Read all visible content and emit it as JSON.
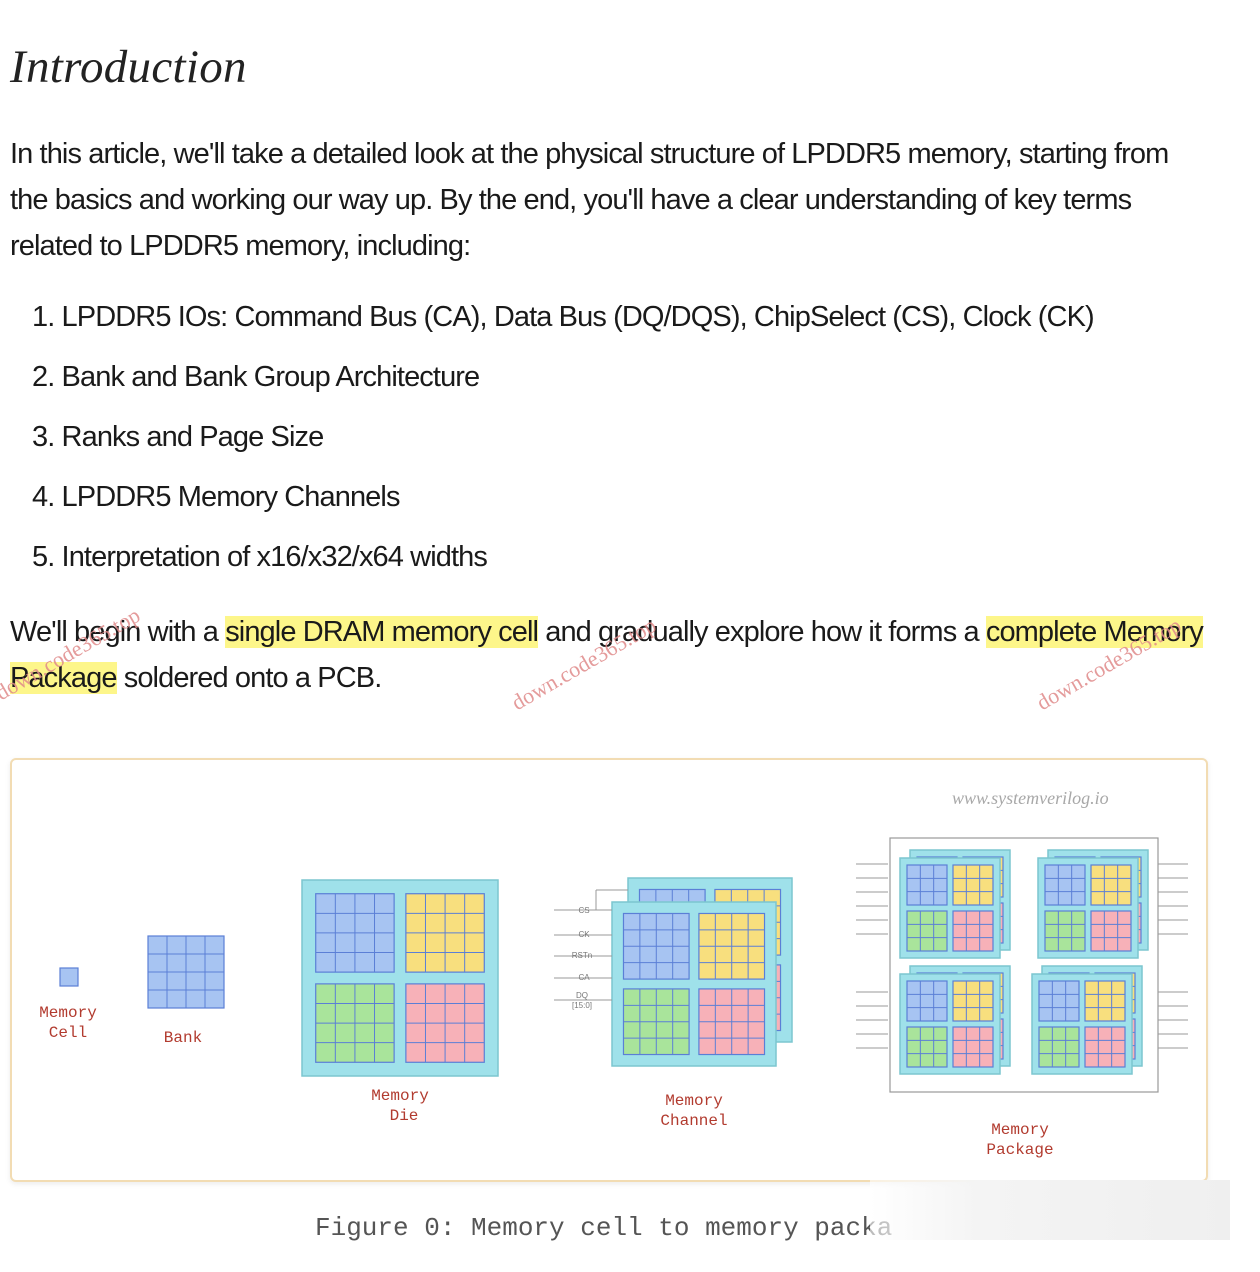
{
  "article": {
    "title": "Introduction",
    "intro": "In this article, we'll take a detailed look at the physical structure of LPDDR5 memory, starting from the basics and working our way up. By the end, you'll have a clear understanding of key terms related to LPDDR5 memory, including:",
    "list": [
      "1. LPDDR5 IOs: Command Bus (CA), Data Bus (DQ/DQS), ChipSelect (CS), Clock (CK)",
      "2. Bank and Bank Group Architecture",
      "3. Ranks and Page Size",
      "4. LPDDR5 Memory Channels",
      "5. Interpretation of x16/x32/x64 widths"
    ],
    "p2": {
      "t1": "We'll begin with a ",
      "h1": "single DRAM memory cell",
      "t2": " and gradually explore how it forms a ",
      "h2": "complete Memory Package",
      "t3": " soldered onto a PCB."
    }
  },
  "watermark": "down.code365.top",
  "figure": {
    "credit": "www.systemverilog.io",
    "labels": {
      "cell_1": "Memory",
      "cell_2": "Cell",
      "bank": "Bank",
      "die_1": "Memory",
      "die_2": "Die",
      "channel_1": "Memory",
      "channel_2": "Channel",
      "package_1": "Memory",
      "package_2": "Package"
    },
    "signals": [
      "CS",
      "CK",
      "RSTn",
      "CA",
      "DQ",
      "[15:0]"
    ],
    "colors": {
      "blue": "#a7c4f2",
      "yellow": "#f8df7e",
      "green": "#a9e49b",
      "pink": "#f7b1b8",
      "cyan": "#9fe1ea",
      "grid": "#5b7fd6",
      "label": "#b23b2f"
    },
    "caption": "Figure 0: Memory cell to memory packa"
  }
}
